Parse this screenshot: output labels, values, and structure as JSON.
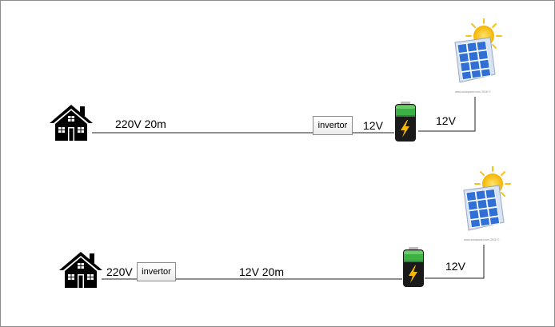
{
  "diagram": {
    "top": {
      "house_to_inverter_label": "220V 20m",
      "inverter_label": "invertor",
      "inverter_to_battery_label": "12V",
      "battery_to_panel_label": "12V",
      "panel_caption": "www.solarpanel.com     2016 ©"
    },
    "bottom": {
      "house_to_inverter_label": "220V",
      "inverter_label": "invertor",
      "inverter_to_battery_label": "12V 20m",
      "battery_to_panel_label": "12V",
      "panel_caption": "www.solarpanel.com     2016 ©"
    }
  },
  "icons": {
    "house": "house-icon",
    "battery": "battery-icon",
    "solar_panel": "solar-panel-icon",
    "sun": "sun-icon"
  },
  "colors": {
    "wire": "#222222",
    "battery_green": "#3cb043",
    "battery_body": "#1a1a1a",
    "bolt": "#f5b800",
    "panel_blue": "#2f6fd6",
    "sun": "#f7c21a"
  }
}
